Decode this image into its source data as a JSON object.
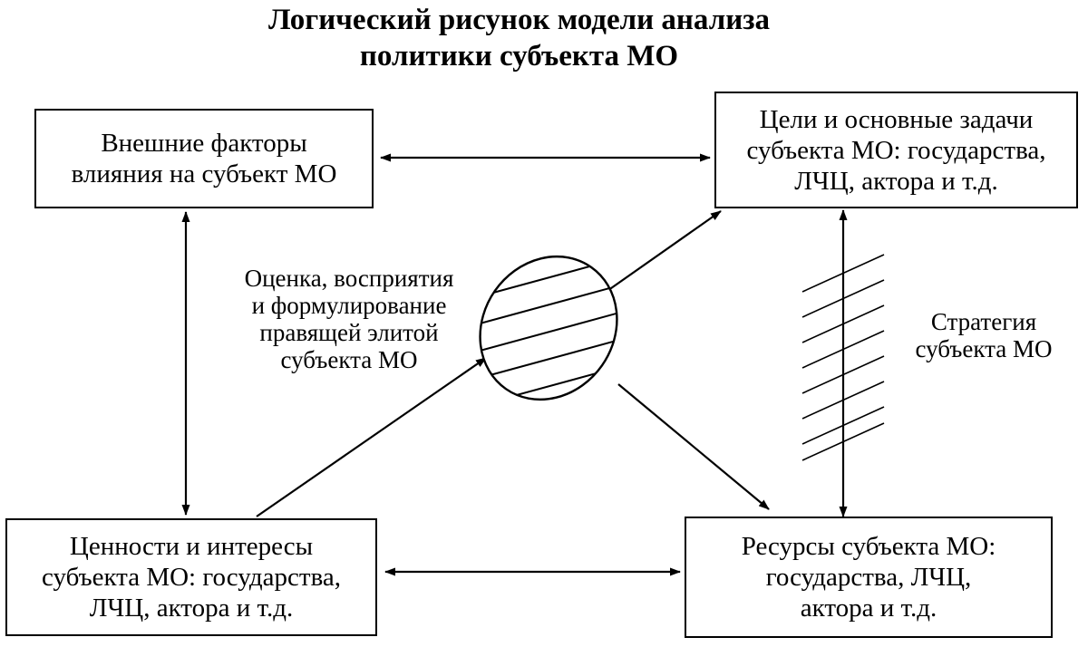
{
  "title": {
    "line1": "Логический рисунок модели анализа",
    "line2": "политики субъекта МО"
  },
  "nodes": {
    "external_factors": {
      "lines": [
        "Внешние факторы",
        "влияния на субъект МО"
      ]
    },
    "goals": {
      "lines": [
        "Цели и основные задачи",
        "субъекта МО: государства,",
        "ЛЧЦ, актора и т.д."
      ]
    },
    "values": {
      "lines": [
        "Ценности и интересы",
        "субъекта МО: государства,",
        "ЛЧЦ, актора и т.д."
      ]
    },
    "resources": {
      "lines": [
        "Ресурсы субъекта МО:",
        "государства, ЛЧЦ,",
        "актора и т.д."
      ]
    }
  },
  "labels": {
    "elite": {
      "lines": [
        "Оценка, восприятия",
        "и формулирование",
        "правящей элитой",
        "субъекта МО"
      ]
    },
    "strategy": {
      "lines": [
        "Стратегия",
        "субъекта МО"
      ]
    }
  }
}
